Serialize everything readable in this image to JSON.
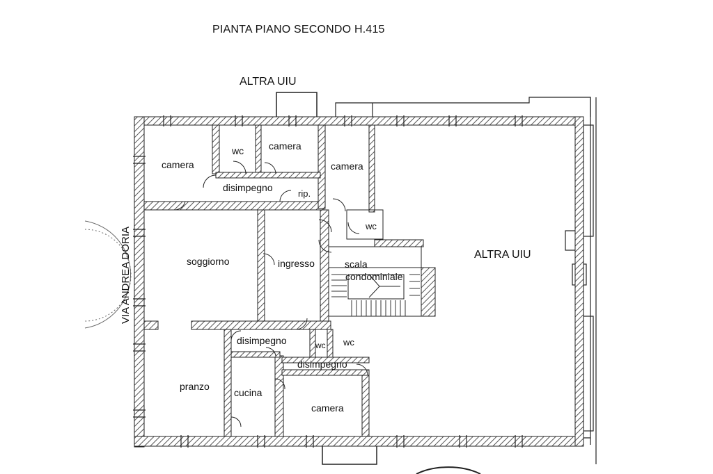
{
  "header": {
    "title": "PIANTA PIANO SECONDO H.415"
  },
  "labels": {
    "altra_uiu_top": "ALTRA UIU",
    "altra_uiu_right": "ALTRA UIU",
    "street": "VIA ANDREA DORIA",
    "wc_top": "wc",
    "camera_top_left": "camera",
    "camera_top_mid": "camera",
    "camera_top_right": "camera",
    "disimpegno_top": "disimpegno",
    "rip": "rip.",
    "wc_stair": "wc",
    "soggiorno": "soggiorno",
    "ingresso": "ingresso",
    "scala": "scala",
    "condominiale": "condominiale",
    "disimpegno_mid": "disimpegno",
    "wc_small": "wc",
    "wc_bottom": "wc",
    "disimpegno_bottom": "disimpegno",
    "pranzo": "pranzo",
    "cucina": "cucina",
    "camera_bottom": "camera"
  },
  "colors": {
    "line": "#222222",
    "hatch": "#555555",
    "paper": "#ffffff"
  }
}
